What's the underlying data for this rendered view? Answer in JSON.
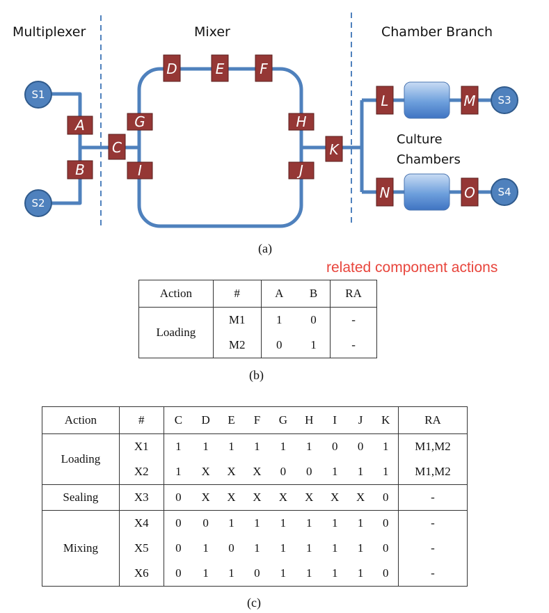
{
  "sections": {
    "multiplexer": "Multiplexer",
    "mixer": "Mixer",
    "chamber_branch": "Chamber Branch"
  },
  "ports": [
    "S1",
    "S2",
    "S3",
    "S4"
  ],
  "valves": [
    "A",
    "B",
    "C",
    "D",
    "E",
    "F",
    "G",
    "H",
    "I",
    "J",
    "K",
    "L",
    "M",
    "N",
    "O"
  ],
  "chamber_label_line1": "Culture",
  "chamber_label_line2": "Chambers",
  "captions": {
    "a": "(a)",
    "b": "(b)",
    "c": "(c)"
  },
  "note": "related component actions",
  "colors": {
    "channel": "#4f81bd",
    "valve": "#953735",
    "port": "#4f81bd",
    "note": "#e8453c"
  },
  "table_b": {
    "headers": [
      "Action",
      "#",
      "A",
      "B",
      "RA"
    ],
    "group": "Loading",
    "rows": [
      {
        "id": "M1",
        "a": "1",
        "b": "0",
        "ra": "-"
      },
      {
        "id": "M2",
        "a": "0",
        "b": "1",
        "ra": "-"
      }
    ]
  },
  "table_c": {
    "headers": [
      "Action",
      "#",
      "C",
      "D",
      "E",
      "F",
      "G",
      "H",
      "I",
      "J",
      "K",
      "RA"
    ],
    "groups": [
      {
        "action": "Loading",
        "rows": [
          {
            "id": "X1",
            "vals": [
              "1",
              "1",
              "1",
              "1",
              "1",
              "1",
              "0",
              "0",
              "1"
            ],
            "ra": "M1,M2"
          },
          {
            "id": "X2",
            "vals": [
              "1",
              "X",
              "X",
              "X",
              "0",
              "0",
              "1",
              "1",
              "1"
            ],
            "ra": "M1,M2"
          }
        ]
      },
      {
        "action": "Sealing",
        "rows": [
          {
            "id": "X3",
            "vals": [
              "0",
              "X",
              "X",
              "X",
              "X",
              "X",
              "X",
              "X",
              "0"
            ],
            "ra": "-"
          }
        ]
      },
      {
        "action": "Mixing",
        "rows": [
          {
            "id": "X4",
            "vals": [
              "0",
              "0",
              "1",
              "1",
              "1",
              "1",
              "1",
              "1",
              "0"
            ],
            "ra": "-"
          },
          {
            "id": "X5",
            "vals": [
              "0",
              "1",
              "0",
              "1",
              "1",
              "1",
              "1",
              "1",
              "0"
            ],
            "ra": "-"
          },
          {
            "id": "X6",
            "vals": [
              "0",
              "1",
              "1",
              "0",
              "1",
              "1",
              "1",
              "1",
              "0"
            ],
            "ra": "-"
          }
        ]
      }
    ]
  }
}
